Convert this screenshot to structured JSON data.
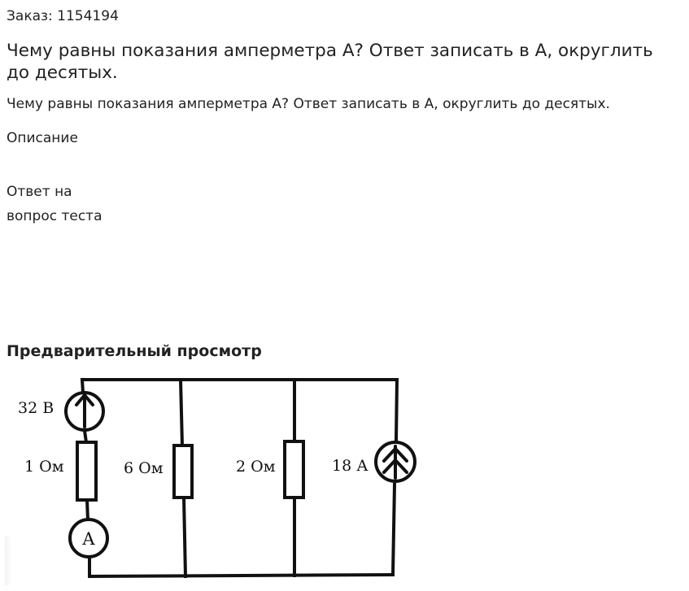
{
  "order": {
    "text": "Заказ: 1154194"
  },
  "task": {
    "title": "Чему равны показания амперметра А? Ответ записать в А, округлить до десятых.",
    "question": "Чему равны показания амперметра А? Ответ записать в А, округлить до десятых."
  },
  "description": {
    "label": "Описание"
  },
  "answer": {
    "line1": "Ответ на",
    "line2": "вопрос теста"
  },
  "preview": {
    "heading": "Предварительный просмотр"
  },
  "circuit": {
    "voltage_source": "32 В",
    "resistor_1": "1 Ом",
    "resistor_2": "6 Ом",
    "resistor_3": "2 Ом",
    "current_source": "18 А",
    "ammeter": "A"
  }
}
